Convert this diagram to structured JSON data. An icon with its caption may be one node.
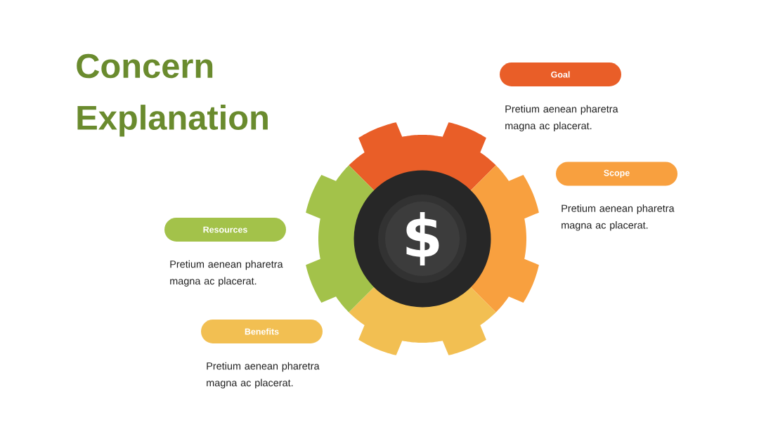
{
  "diagram": {
    "title": "Concern Explanation",
    "nodes": [
      {
        "text": [
          "Goal"
        ],
        "beside": [
          "Pretium aenean pharetra magna ac placerat."
        ]
      },
      {
        "text": [
          "Scope"
        ],
        "beside": [
          "Pretium aenean pharetra magna ac placerat."
        ]
      },
      {
        "text": [
          "Resources"
        ],
        "beside": [
          "Pretium aenean pharetra magna ac placerat."
        ]
      },
      {
        "text": [
          "Benefits"
        ],
        "beside": [
          "Pretium aenean pharetra magna ac placerat."
        ]
      },
      {
        "text": [
          "$"
        ]
      }
    ]
  }
}
